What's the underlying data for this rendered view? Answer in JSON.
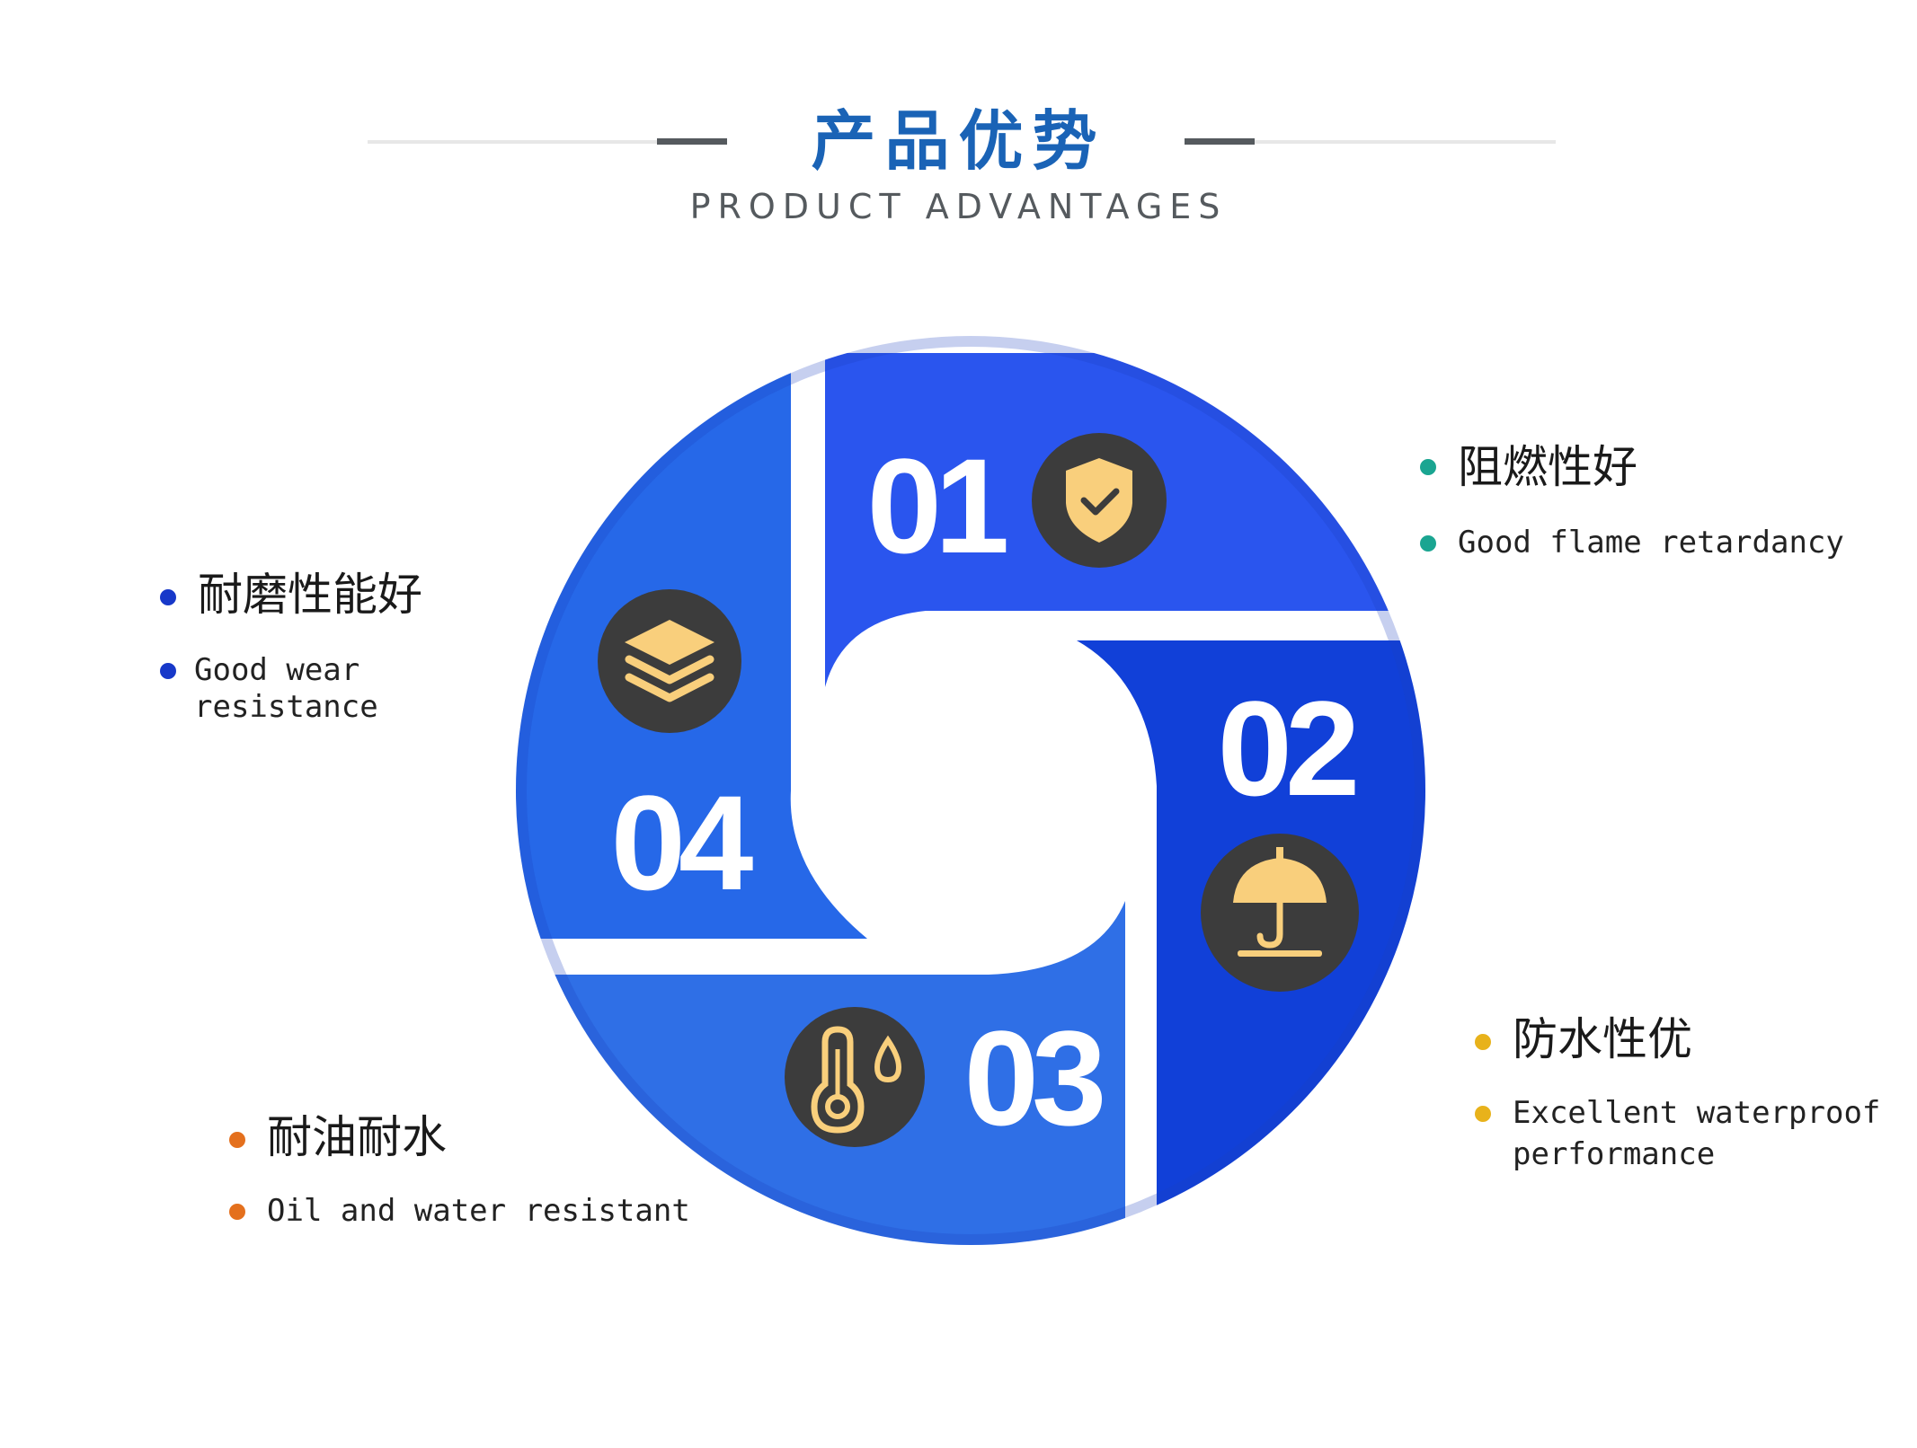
{
  "header": {
    "title_cn": "产品优势",
    "title_en": "PRODUCT ADVANTAGES"
  },
  "colors": {
    "title_blue": "#1a63b6",
    "segment_01": "#2a55ee",
    "segment_02": "#1140d8",
    "segment_03": "#2f6fe6",
    "segment_04": "#2668e8",
    "icon_bg": "#3c3c3c",
    "icon_fill": "#f9cf7c"
  },
  "segments": [
    {
      "number": "01",
      "icon": "shield-check-icon"
    },
    {
      "number": "02",
      "icon": "umbrella-icon"
    },
    {
      "number": "03",
      "icon": "thermometer-drop-icon"
    },
    {
      "number": "04",
      "icon": "layers-icon"
    }
  ],
  "features": {
    "f01": {
      "cn": "阻燃性好",
      "en": "Good flame retardancy",
      "dot_color": "#1aa591"
    },
    "f02": {
      "cn": "防水性优",
      "en_line1": "Excellent waterproof",
      "en_line2": "performance",
      "dot_color": "#e8b21b"
    },
    "f03": {
      "cn": "耐油耐水",
      "en": "Oil and water resistant",
      "dot_color": "#e4701d"
    },
    "f04": {
      "cn": "耐磨性能好",
      "en_line1": "Good wear",
      "en_line2": "resistance",
      "dot_color": "#1738c9"
    }
  }
}
